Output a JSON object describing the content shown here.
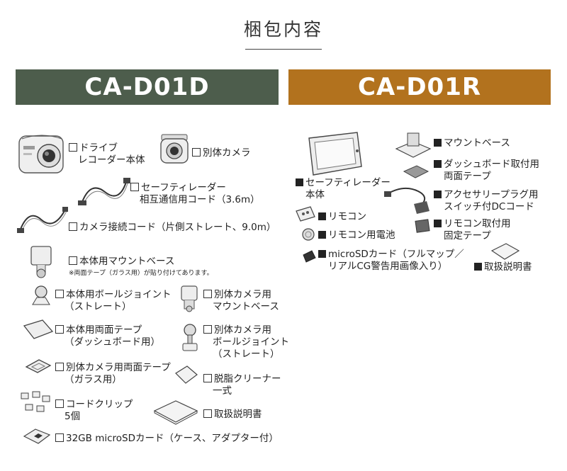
{
  "title": "梱包内容",
  "models": {
    "left": "CA-D01D",
    "right": "CA-D01R"
  },
  "left_items": {
    "recorder": [
      "ドライブ",
      "レコーダー本体"
    ],
    "cam": "別体カメラ",
    "safety_cord": [
      "セーフティレーダー",
      "相互通信用コード（3.6m）"
    ],
    "cam_cord": "カメラ接続コード（片側ストレート、9.0m）",
    "mount_base": "本体用マウントベース",
    "mount_note": "※両面テープ（ガラス用）が貼り付けてあります。",
    "ball_joint": [
      "本体用ボールジョイント",
      "（ストレート）"
    ],
    "cam_mount": [
      "別体カメラ用",
      "マウントベース"
    ],
    "tape": [
      "本体用両面テープ",
      "（ダッシュボード用）"
    ],
    "cam_joint": [
      "別体カメラ用",
      "ボールジョイント",
      "（ストレート）"
    ],
    "cam_tape": [
      "別体カメラ用両面テープ",
      "（ガラス用）"
    ],
    "cleaner": [
      "脱脂クリーナー",
      "一式"
    ],
    "clips": [
      "コードクリップ",
      "5個"
    ],
    "manual": "取扱説明書",
    "sd": "32GB microSDカード（ケース、アダプター付）"
  },
  "right_items": {
    "mount_base": "マウントベース",
    "dash_tape": [
      "ダッシュボード取付用",
      "両面テープ"
    ],
    "radar": [
      "セーフティレーダー",
      "本体"
    ],
    "accessory": [
      "アクセサリープラグ用",
      "スイッチ付DCコード"
    ],
    "remote": "リモコン",
    "remote_tape": [
      "リモコン取付用",
      "固定テープ"
    ],
    "battery": "リモコン用電池",
    "sd": [
      "microSDカード（フルマップ／",
      "リアルCG警告用画像入り）"
    ],
    "manual": "取扱説明書"
  }
}
